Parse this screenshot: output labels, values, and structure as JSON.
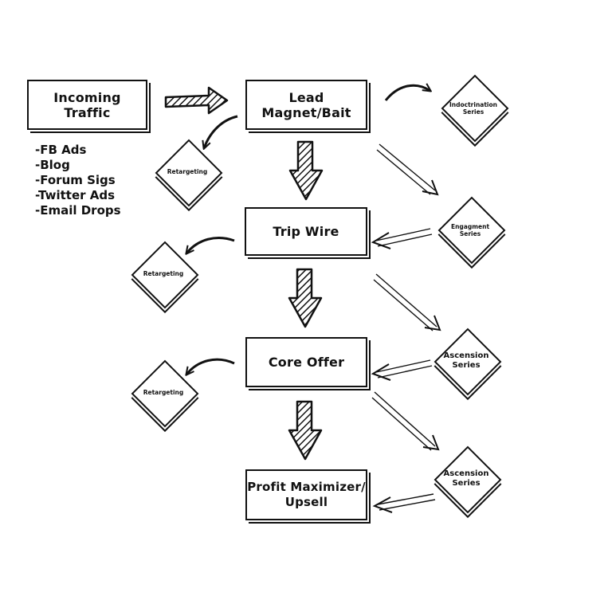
{
  "boxes": {
    "incoming_traffic": "Incoming Traffic",
    "lead_magnet": "Lead Magnet/Bait",
    "trip_wire": "Trip Wire",
    "core_offer": "Core Offer",
    "profit_maximizer_line1": "Profit Maximizer/",
    "profit_maximizer_line2": "Upsell"
  },
  "traffic_sources": [
    "-FB Ads",
    "-Blog",
    "-Forum Sigs",
    "-Twitter Ads",
    "-Email Drops"
  ],
  "diamonds": {
    "indoctrination_line1": "Indoctrination",
    "indoctrination_line2": "Series",
    "engagement_line1": "Engagment",
    "engagement_line2": "Series",
    "ascension_1_line1": "Ascension",
    "ascension_1_line2": "Series",
    "ascension_2_line1": "Ascension",
    "ascension_2_line2": "Series",
    "retargeting_1": "Retargeting",
    "retargeting_2": "Retargeting",
    "retargeting_3": "Retargeting"
  },
  "colors": {
    "ink": "#111111",
    "paper": "#ffffff"
  }
}
